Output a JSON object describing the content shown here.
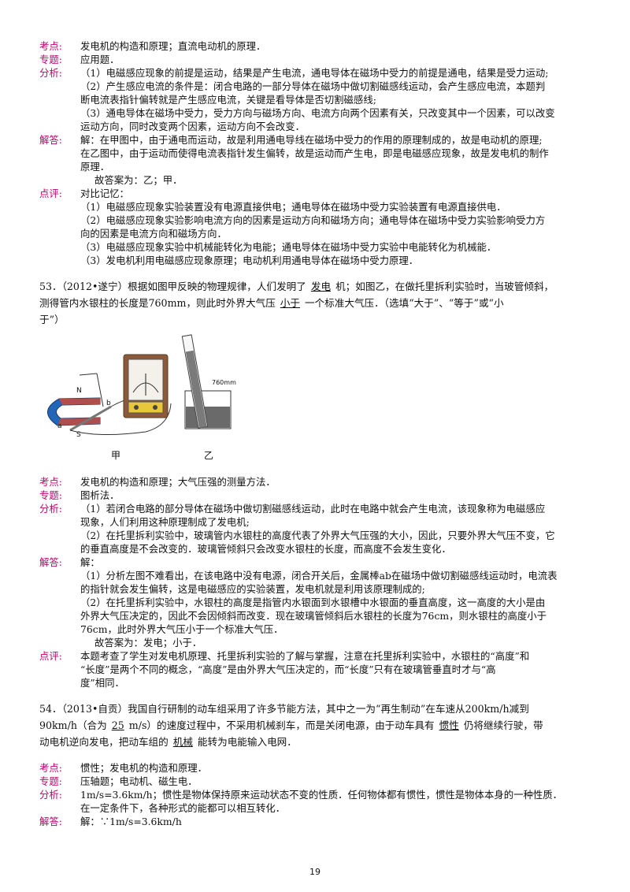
{
  "block1": {
    "kaodian_label": "考点:",
    "kaodian": "发电机的构造和原理；直流电动机的原理．",
    "zhuanti_label": "专题:",
    "zhuanti": "应用题．",
    "fenxi_label": "分析:",
    "fenxi": [
      "（1）电磁感应现象的前提是运动，结果是产生电流，通电导体在磁场中受力的前提是通电，结果是受力运动;",
      "（2）产生感应电流的条件是：闭合电路的一部分导体在磁场中做切割磁感线运动，会产生感应电流，本题判",
      "断电流表指针偏转就是产生感应电流，关键是看导体是否切割磁感线;",
      "（3）通电导体在磁场中受力，受力方向与磁场方向、电流方向两个因素有关，只改变其中一个因素，可以改变",
      "运动方向，同时改变两个因素，运动方向不会改变．"
    ],
    "jieda_label": "解答:",
    "jieda": [
      "解：在甲图中，由于通电而运动，故是利用通电导线在磁场中受力的作用的原理制成的，故是电动机的原理;",
      "在乙图中，由于运动而使得电流表指针发生偏转，故是运动而产生电，即是电磁感应现象，故是发电机的制作",
      "原理．",
      "故答案为：乙；甲．"
    ],
    "dianping_label": "点评:",
    "dianping": [
      "对比记忆：",
      "（1）电磁感应现象实验装置没有电源直接供电；通电导体在磁场中受力实验装置有电源直接供电．",
      "（2）电磁感应现象实验影响电流方向的因素是运动方向和磁场方向；通电导体在磁场中受力实验影响受力方",
      "向的因素是电流方向和磁场方向．",
      "（3）电磁感应现象实验中机械能转化为电能；通电导体在磁场中受力实验中电能转化为机械能．",
      "（3）发电机利用电磁感应现象原理；电动机利用通电导体在磁场中受力原理．"
    ]
  },
  "q53": {
    "line1_a": "53．（2012•遂宁）根据如图甲反映的物理规律，人们发明了",
    "blank1": "发电",
    "line1_b": "机；如图乙，在做托里拆利实验时，当玻管倾斜，",
    "line2_a": "测得管内水银柱的长度是760mm，则此时外界大气压",
    "blank2": "小于",
    "line2_b": "一个标准大气压．（选填“大于”、“等于”或“小",
    "line3": "于”）",
    "fig_label_left": "甲",
    "fig_label_right": "乙",
    "fig_n": "N",
    "fig_s": "S",
    "fig_a": "a",
    "fig_b": "b",
    "fig_760": "760mm"
  },
  "block2": {
    "kaodian_label": "考点:",
    "kaodian": "发电机的构造和原理；大气压强的测量方法．",
    "zhuanti_label": "专题:",
    "zhuanti": "图析法．",
    "fenxi_label": "分析:",
    "fenxi": [
      "（1）若闭合电路的部分导体在磁场中做切割磁感线运动，此时在电路中就会产生电流，该现象称为电磁感应",
      "现象，人们利用这种原理制成了发电机;",
      "（2）在托里拆利实验中，玻璃管内水银柱的高度代表了外界大气压强的大小，因此，只要外界大气压不变，它",
      "的垂直高度是不会改变的．玻璃管倾斜只会改变水银柱的长度，而高度不会发生变化．"
    ],
    "jieda_label": "解答:",
    "jieda": [
      "解：",
      "（1）分析左图不难看出，在该电路中没有电源，闭合开关后，金属棒ab在磁场中做切割磁感线运动时，电流表",
      "的指针就会发生偏转，这是电磁感应的实验装置，发电机就是利用该原理制成的;",
      "（2）在托里拆利实验中，水银柱的高度是指管内水银面到水银槽中水银面的垂直高度，这一高度的大小是由",
      "外界大气压决定的，因此不会因倾斜而改变．现在玻璃管倾斜后水银柱的长度为76cm，则水银柱的高度小于",
      "76cm，此时外界大气压小于一个标准大气压．",
      "故答案为：发电；小于．"
    ],
    "dianping_label": "点评:",
    "dianping": [
      "本题考查了学生对发电机原理、托里拆利实验的了解与掌握，注意在托里拆利实验中，水银柱的“高度”和",
      "“长度”是两个不同的概念，“高度”是由外界大气压决定的，而“长度”只有在玻璃管垂直时才与“高",
      "度”相同．"
    ]
  },
  "q54": {
    "line1": "54．（2013•自贡）我国自行研制的动车组采用了许多节能方法，其中之一为“再生制动”在车速从200km/h减到",
    "line2_a": "90km/h（合为",
    "blank1": "25",
    "line2_b": "m/s）的速度过程中，不采用机械刹车，而是关闭电源，由于动车具有",
    "blank2": "惯性",
    "line2_c": "仍将继续行驶，带",
    "line3_a": "动电机逆向发电，把动车组的",
    "blank3": "机械",
    "line3_b": "能转为电能输入电网．"
  },
  "block3": {
    "kaodian_label": "考点:",
    "kaodian": "惯性；发电机的构造和原理．",
    "zhuanti_label": "专题:",
    "zhuanti": "压轴题；电动机、磁生电．",
    "fenxi_label": "分析:",
    "fenxi": [
      "1m/s=3.6km/h；惯性是物体保持原来运动状态不变的性质．任何物体都有惯性，惯性是物体本身的一种性质．",
      "在一定条件下，各种形式的能都可以相互转化．"
    ],
    "jieda_label": "解答:",
    "jieda": "解：∵1m/s=3.6km/h"
  },
  "page_number": "19",
  "colors": {
    "label": "#c0006e",
    "text": "#111111"
  }
}
